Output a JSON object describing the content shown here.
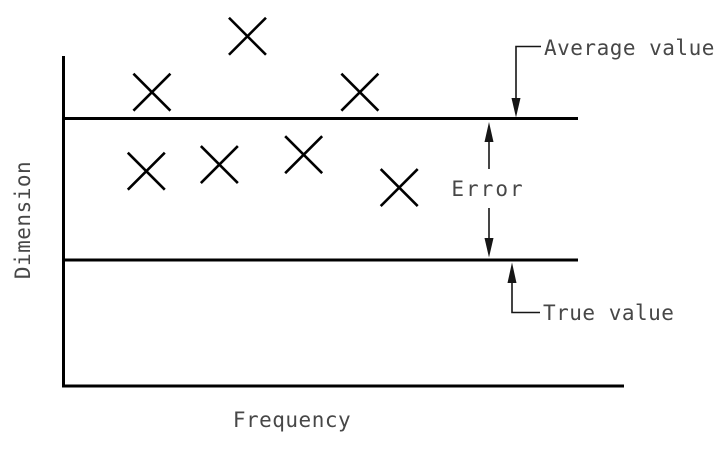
{
  "figure": {
    "background_color": "#ffffff",
    "line_color": "#000000",
    "text_color": "#474747"
  },
  "chart_data": {
    "type": "scatter",
    "title": "",
    "xlabel": "Frequency",
    "ylabel": "Dimension",
    "marker_style": "x",
    "grid": false,
    "legend": null,
    "x_range": [
      0,
      1
    ],
    "y_range": [
      0,
      1
    ],
    "points": [
      {
        "x": 0.33,
        "y": 1.06
      },
      {
        "x": 0.16,
        "y": 0.89
      },
      {
        "x": 0.53,
        "y": 0.89
      },
      {
        "x": 0.15,
        "y": 0.65
      },
      {
        "x": 0.28,
        "y": 0.67
      },
      {
        "x": 0.43,
        "y": 0.7
      },
      {
        "x": 0.6,
        "y": 0.6
      }
    ],
    "reference_lines": [
      {
        "label": "Average value",
        "y": 0.81
      },
      {
        "label": "True value",
        "y": 0.38
      }
    ],
    "annotations": [
      {
        "label": "Error",
        "between": [
          "Average value",
          "True value"
        ]
      }
    ]
  }
}
